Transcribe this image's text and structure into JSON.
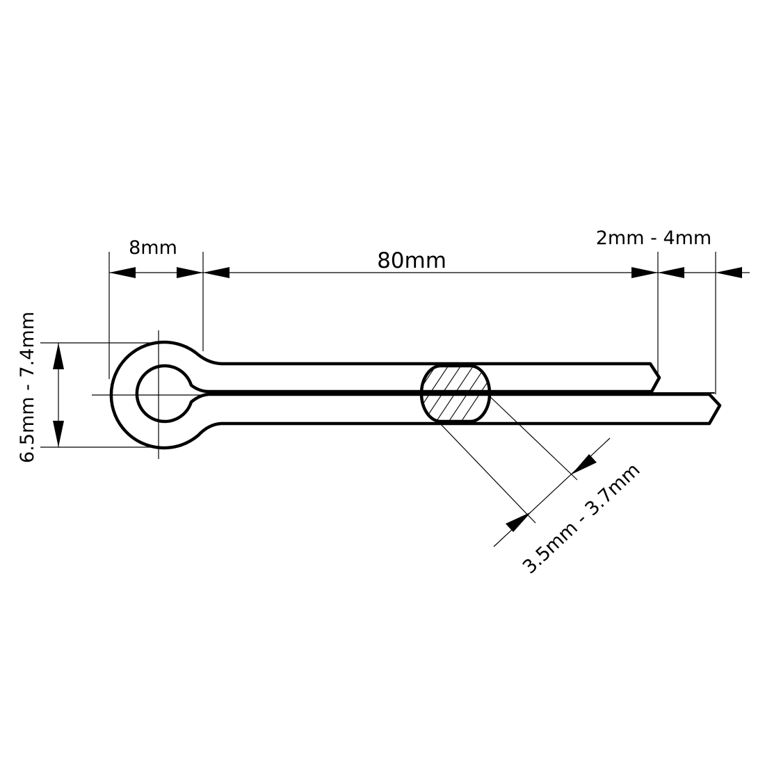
{
  "drawing": {
    "subject": "cotter-pin",
    "dimensions": {
      "eye_width": "8mm",
      "shank_length": "80mm",
      "end_offset": "2mm - 4mm",
      "head_diameter": "6.5mm - 7.4mm",
      "wire_diameter": "3.5mm - 3.7mm"
    }
  }
}
